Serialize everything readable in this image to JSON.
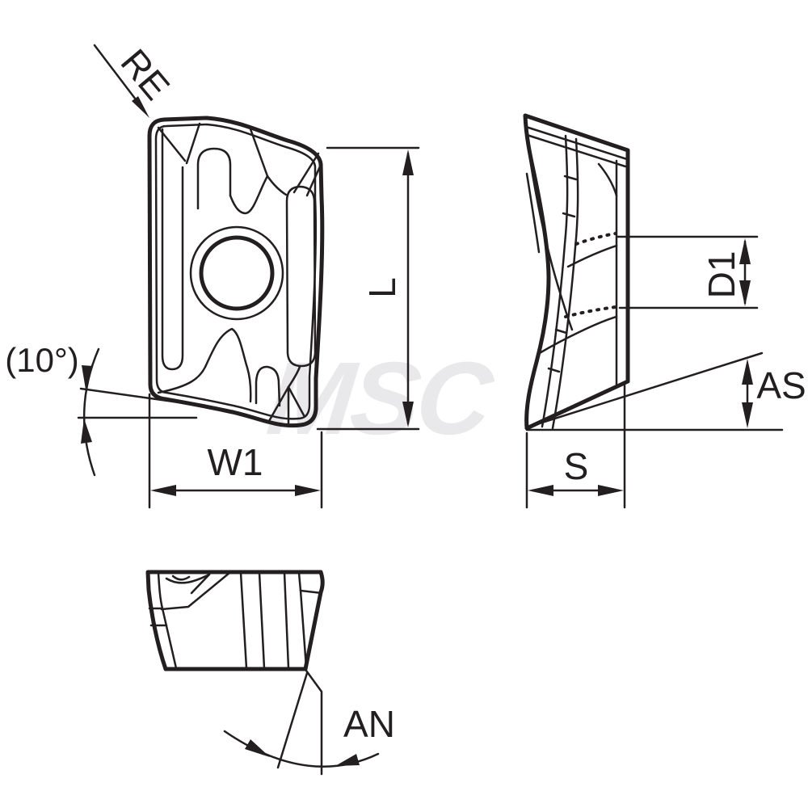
{
  "drawing": {
    "type": "technical-drawing",
    "subject": "Indexable milling insert - three orthographic views with dimension callouts",
    "watermark": "MSC",
    "views": [
      "front",
      "side",
      "bottom"
    ],
    "labels": {
      "re": "RE",
      "l": "L",
      "w1": "W1",
      "angle10": "(10°)",
      "d1": "D1",
      "as": "AS",
      "s": "S",
      "an": "AN"
    },
    "colors": {
      "line": "#231f20",
      "background": "#ffffff",
      "watermark": "#e9e9eb"
    }
  }
}
